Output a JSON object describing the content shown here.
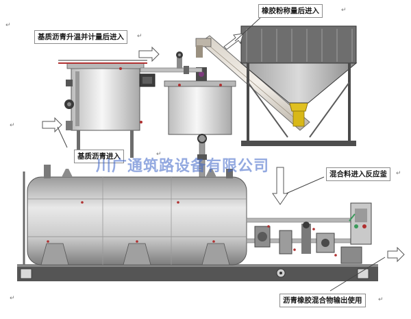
{
  "labels": {
    "rubber_powder": "橡胶粉称量后进入",
    "asphalt_heat": "基质沥青升温并计量后进入",
    "asphalt_in": "基质沥青进入",
    "mix_in": "混合料进入反应釜",
    "output": "沥青橡胶混合物输出使用"
  },
  "watermark": "川广通筑路设备有限公司",
  "paragraph_mark": "↵",
  "colors": {
    "steel_light": "#e6e6e6",
    "steel_dark": "#8c8c8c",
    "flange_red": "#b03030",
    "valve_dark": "#3a3a3a",
    "auger_yellow": "#e0c020",
    "watermark_blue": "#3c64c8",
    "base_gray": "#606060"
  }
}
